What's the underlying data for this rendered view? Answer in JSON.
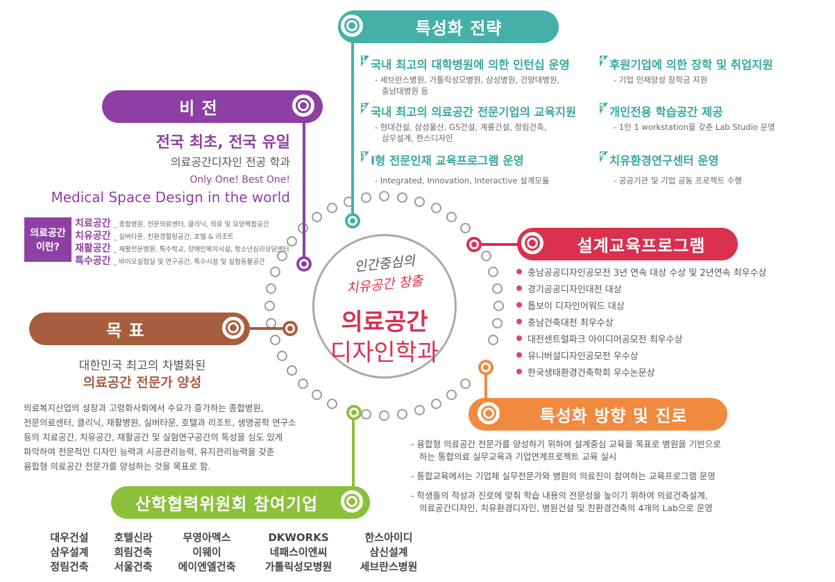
{
  "strategy": {
    "title": "특성화 전략",
    "items": [
      {
        "num": "1",
        "title": "국내 최고의 대학병원에 의한 인턴십 운영",
        "desc": "- 세브란스병원, 가톨릭성모병원, 삼성병원, 건양대병원,",
        "desc2": "충남대병원 등"
      },
      {
        "num": "2",
        "title": "국내 최고의 의료공간 전문기업의 교육지원",
        "desc": "- 현대건설, 삼성물산, GS건설, 계룡건설, 정림건축,",
        "desc2": "삼우설계, 한스디자인"
      },
      {
        "num": "3",
        "title": "I형 전문인재 교육프로그램 운영",
        "desc": "- Integrated, Innovation, Interactive 설계모듈",
        "desc2": ""
      },
      {
        "num": "4",
        "title": "후원기업에 의한 장학 및 취업지원",
        "desc": "- 기업 인재양성 장학금 지원",
        "desc2": ""
      },
      {
        "num": "5",
        "title": "개인전용 학습공간 제공",
        "desc": "- 1인 1 workstation을 갖춘 Lab Studio 운영",
        "desc2": ""
      },
      {
        "num": "6",
        "title": "치유환경연구센터 운영",
        "desc": "- 공공기관 및 기업 공동 프로젝트 수행",
        "desc2": ""
      }
    ]
  },
  "vision": {
    "title": "비 전",
    "line1": "전국 최초, 전국 유일",
    "line2": "의료공간디자인 전공 학과",
    "line3": "Only One! Best One!",
    "line4": "Medical Space Design in the world",
    "box": "의료공간 이란?",
    "spaces": [
      {
        "name": "치료공간",
        "desc": "_ 종합병원, 전문의료센터, 클리닉, 의료 및 요양복합공간"
      },
      {
        "name": "치유공간",
        "desc": "_ 실버타운, 친환경힐링공간, 호텔 & 리조트"
      },
      {
        "name": "재활공간",
        "desc": "_ 재활전문병원, 특수학교, 장애인복지시설, 청소년심리상담센터"
      },
      {
        "name": "특수공간",
        "desc": "_ 바이오실험실 및 연구공간, 특수시설 및 실험동물공간"
      }
    ]
  },
  "goal": {
    "title": "목 표",
    "line1": "대한민국 최고의 차별화된",
    "line2": "의료공간 전문가 양성",
    "para": [
      "의료복지산업의 성장과 고령화사회에서 수요가 증가하는 종합병원,",
      "전문의료센터, 클리닉, 재활병원, 실버타운, 호텔과 리조트, 생명공학 연구소",
      "등의 치료공간, 치유공간, 재활공간 및 실험연구공간의 특성을 심도 있게",
      "파악하여 전문적인 디자인 능력과 시공관리능력, 유지관리능력을 갖춘",
      "융합형 의료공간 전문가를 양성하는 것을 목표로 함."
    ]
  },
  "center": {
    "slogan1": "인간중심의",
    "slogan2": "치유공간 창출",
    "name1": "의료공간",
    "name2": "디자인학과"
  },
  "design": {
    "title": "설계교육프로그램",
    "awards": [
      "충남공공디자인공모전 3년 연속 대상 수상 및 2년연속 최우수상",
      "경기공공디자인대전 대상",
      "톱보이 디자인어워드 대상",
      "충남건축대전 최우수상",
      "대전센트럴파크 아이디어공모전 최우수상",
      "유니버설디자인공모전 우수상",
      "한국생태환경건축학회 우수논문상"
    ]
  },
  "career": {
    "title": "특성화 방향 및 진로",
    "items": [
      [
        "- 융합형 의료공간 전문가를 양성하기 위하여 설계중심 교육을 목표로 병원을 기반으로",
        "하는 통합의료 실무교육과 기업연계프로젝트 교육 실시"
      ],
      [
        "- 통합교육에서는 기업체 실무전문가와 병원의 의료진이 참여하는 교육프로그램 운영"
      ],
      [
        "- 학생들의 적성과 진로에 맞춰 학습 내용의 전문성을 높이기 위하여 의료건축설계,",
        "의료공간디자인, 치유환경디자인,  병원건설 및 친환경건축의 4개의 Lab으로 운영"
      ]
    ]
  },
  "industry": {
    "title": "산학협력위원회 참여기업",
    "columns": [
      [
        "대우건설",
        "삼우설계",
        "정림건축"
      ],
      [
        "호텔신라",
        "희림건축",
        "서울건축"
      ],
      [
        "무영아멕스",
        "이웨이",
        "에이엔엘건축"
      ],
      [
        "DKWORKS",
        "네패스이엔씨",
        "가톨릭성모병원"
      ],
      [
        "한스아이디",
        "삼신설계",
        "세브란스병원"
      ]
    ]
  },
  "colors": {
    "teal": "#45b0a8",
    "purple": "#8e3fa3",
    "brown": "#a65d3e",
    "pink": "#d9304f",
    "orange": "#f08a3e",
    "green": "#8cbf3a"
  }
}
